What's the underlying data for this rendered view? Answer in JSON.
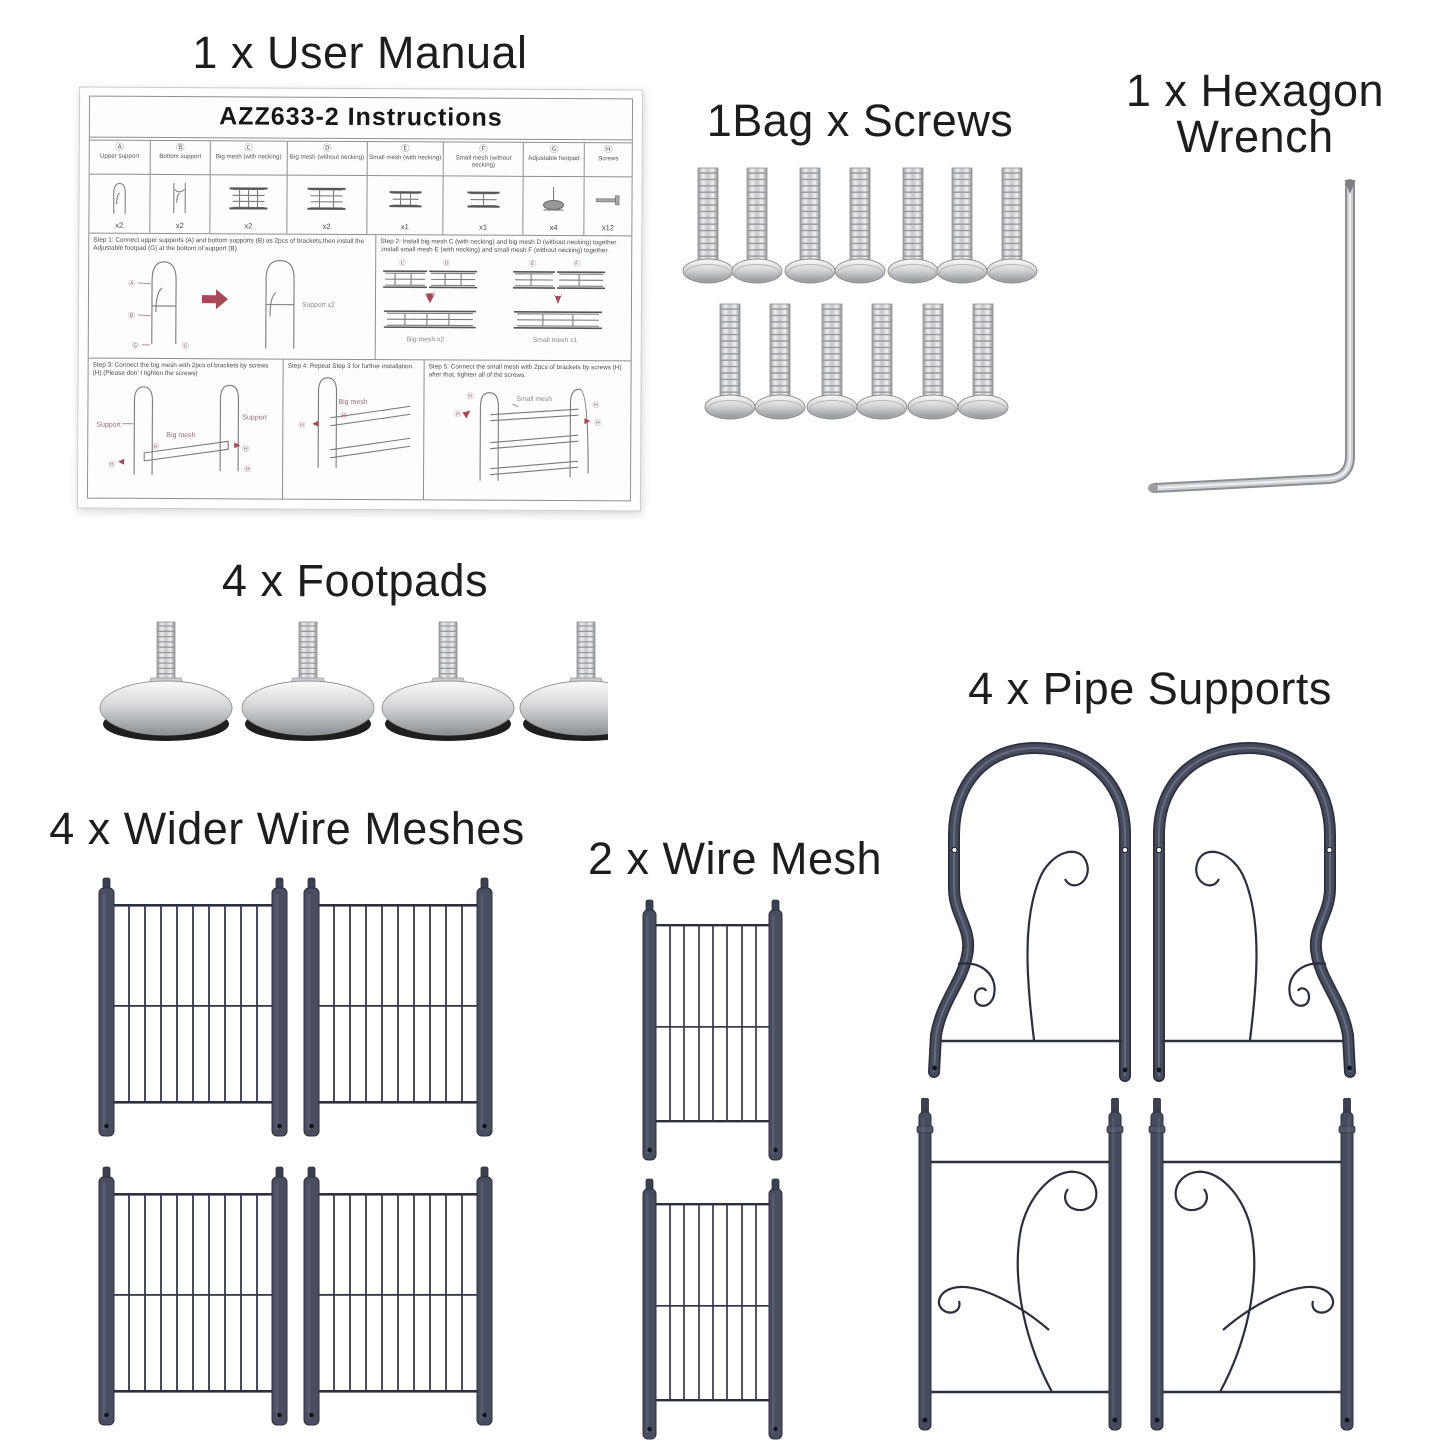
{
  "headings": {
    "user_manual": "1 x User Manual",
    "screws": "1Bag x Screws",
    "hexagon_wrench_line1": "1 x Hexagon",
    "hexagon_wrench_line2": "Wrench",
    "footpads": "4 x Footpads",
    "wider_wire_meshes": "4 x Wider Wire Meshes",
    "wire_mesh": "2 x Wire Mesh",
    "pipe_supports": "4 x Pipe Supports"
  },
  "quantities": {
    "user_manual": 1,
    "screw_bags": 1,
    "screws_shown_row1": 7,
    "screws_shown_row2": 6,
    "hexagon_wrench": 1,
    "footpads": 4,
    "wider_wire_meshes": 4,
    "wire_mesh": 2,
    "pipe_supports": 4
  },
  "manual": {
    "title": "AZZ633-2 Instructions",
    "parts": [
      {
        "badge": "Ⓐ",
        "name": "Upper support",
        "qty": "x2"
      },
      {
        "badge": "Ⓑ",
        "name": "Bottom support",
        "qty": "x2"
      },
      {
        "badge": "Ⓒ",
        "name": "Big mesh (with necking)",
        "qty": "x2"
      },
      {
        "badge": "Ⓓ",
        "name": "Big mesh (without necking)",
        "qty": "x2"
      },
      {
        "badge": "Ⓔ",
        "name": "Small mesh (with necking)",
        "qty": "x1"
      },
      {
        "badge": "Ⓕ",
        "name": "Small mesh (without necking)",
        "qty": "x1"
      },
      {
        "badge": "Ⓖ",
        "name": "Adjustable footpad",
        "qty": "x4"
      },
      {
        "badge": "Ⓗ",
        "name": "Screws",
        "qty": "x12"
      }
    ],
    "steps": {
      "step1": {
        "label": "Step 1:",
        "text": "Connect upper supports (A) and bottom supports (B) as 2pcs of brackets,then install the Adjustable footpad (G) at the bottom of support (B)."
      },
      "step2": {
        "label": "Step 2:",
        "text": "Install big mesh C (with necking) and big mesh D (without necking) together ;install small mesh E (with necking) and small mesh F (without necking) together."
      },
      "step3": {
        "label": "Step 3:",
        "text": "Connect the big mesh with 2pcs of brackets by screws (H).(Please don' t tighten the screws)"
      },
      "step4": {
        "label": "Step 4:",
        "text": "Repeat Step 3 for further installation."
      },
      "step5": {
        "label": "Step 5:",
        "text": "Connect the small mesh with 2pcs of brackets by screws (H). after that, tighten all of the screws."
      }
    },
    "annotations": {
      "a": "Ⓐ",
      "b": "Ⓑ",
      "c": "Ⓒ",
      "d": "Ⓓ",
      "e": "Ⓔ",
      "f": "Ⓕ",
      "g": "Ⓖ",
      "h": "Ⓗ",
      "support_x2": "Support x2",
      "big_mesh_x2": "Big mesh x2",
      "small_mesh_x1": "Small mesh x1",
      "support": "Support",
      "big_mesh": "Big mesh",
      "small_mesh": "Small mesh"
    }
  },
  "colors": {
    "background": "#ffffff",
    "heading_text": "#1d1d1f",
    "pipe_dark": "#464b5d",
    "pipe_outline": "#2c303d",
    "wire_dark": "#2b2f3d",
    "metal_light": "#eeeff0",
    "metal_dark": "#8c8f92",
    "rubber_black": "#1f1f1f",
    "arrow_maroon": "#a84755",
    "manual_text": "#4a4a4a",
    "manual_border": "#8f8f8f"
  }
}
